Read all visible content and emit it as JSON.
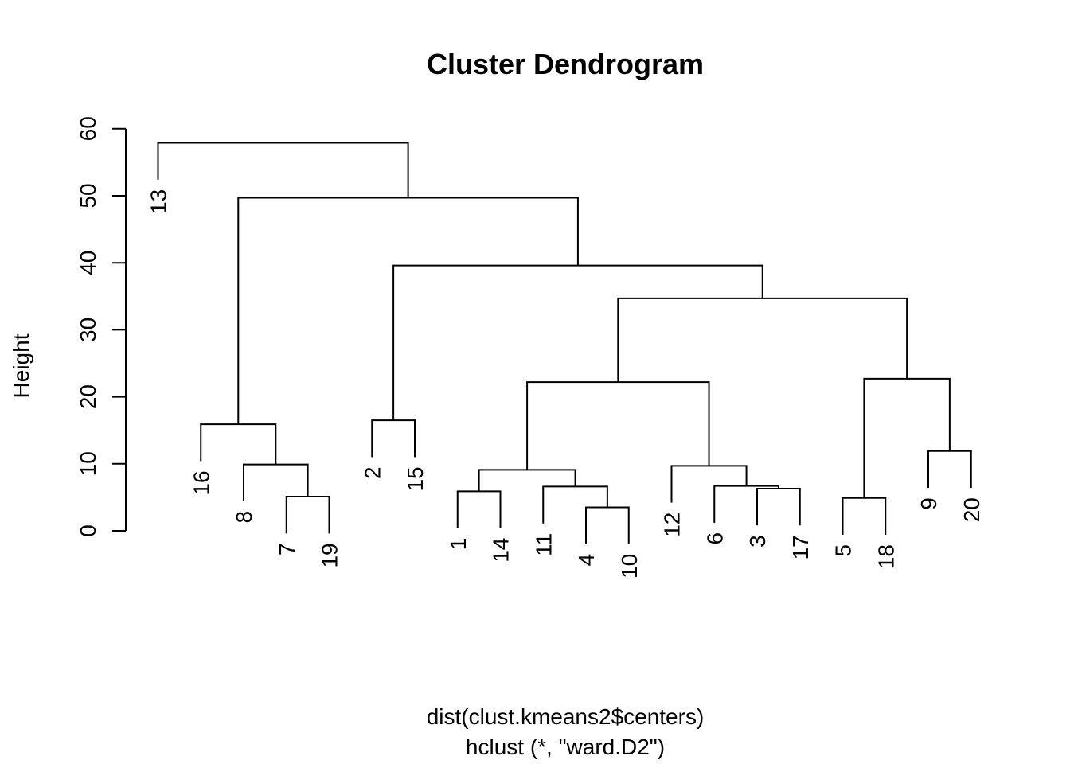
{
  "chart_data": {
    "type": "dendrogram",
    "title": "Cluster Dendrogram",
    "ylabel": "Height",
    "xlabel": "dist(clust.kmeans2$centers)",
    "sublabel": "hclust (*, \"ward.D2\")",
    "ylim": [
      0,
      60
    ],
    "yticks": [
      0,
      10,
      20,
      30,
      40,
      50,
      60
    ],
    "leaf_order": [
      "13",
      "16",
      "8",
      "7",
      "19",
      "2",
      "15",
      "1",
      "14",
      "11",
      "4",
      "10",
      "12",
      "6",
      "3",
      "17",
      "5",
      "18",
      "9",
      "20"
    ],
    "merges": [
      {
        "id": "m1",
        "left": "4",
        "right": "10",
        "height": 3.5
      },
      {
        "id": "m2",
        "left": "3",
        "right": "17",
        "height": 6.3
      },
      {
        "id": "m3",
        "left": "5",
        "right": "18",
        "height": 4.9
      },
      {
        "id": "m4",
        "left": "7",
        "right": "19",
        "height": 5.1
      },
      {
        "id": "m5",
        "left": "1",
        "right": "14",
        "height": 5.9
      },
      {
        "id": "m6",
        "left": "11",
        "right": "m1",
        "height": 6.6
      },
      {
        "id": "m7",
        "left": "6",
        "right": "m2",
        "height": 6.7
      },
      {
        "id": "m8",
        "left": "m5",
        "right": "m6",
        "height": 9.1
      },
      {
        "id": "m9",
        "left": "12",
        "right": "m7",
        "height": 9.7
      },
      {
        "id": "m10",
        "left": "8",
        "right": "m4",
        "height": 9.9
      },
      {
        "id": "m11",
        "left": "9",
        "right": "20",
        "height": 11.9
      },
      {
        "id": "m12",
        "left": "16",
        "right": "m10",
        "height": 15.9
      },
      {
        "id": "m13",
        "left": "2",
        "right": "15",
        "height": 16.5
      },
      {
        "id": "m14",
        "left": "m8",
        "right": "m9",
        "height": 22.2
      },
      {
        "id": "m15",
        "left": "m3",
        "right": "m11",
        "height": 22.7
      },
      {
        "id": "m16",
        "left": "m14",
        "right": "m15",
        "height": 34.7
      },
      {
        "id": "m17",
        "left": "m13",
        "right": "m16",
        "height": 39.6
      },
      {
        "id": "m18",
        "left": "m12",
        "right": "m17",
        "height": 49.7
      },
      {
        "id": "m19",
        "left": "13",
        "right": "m18",
        "height": 57.9
      }
    ]
  }
}
